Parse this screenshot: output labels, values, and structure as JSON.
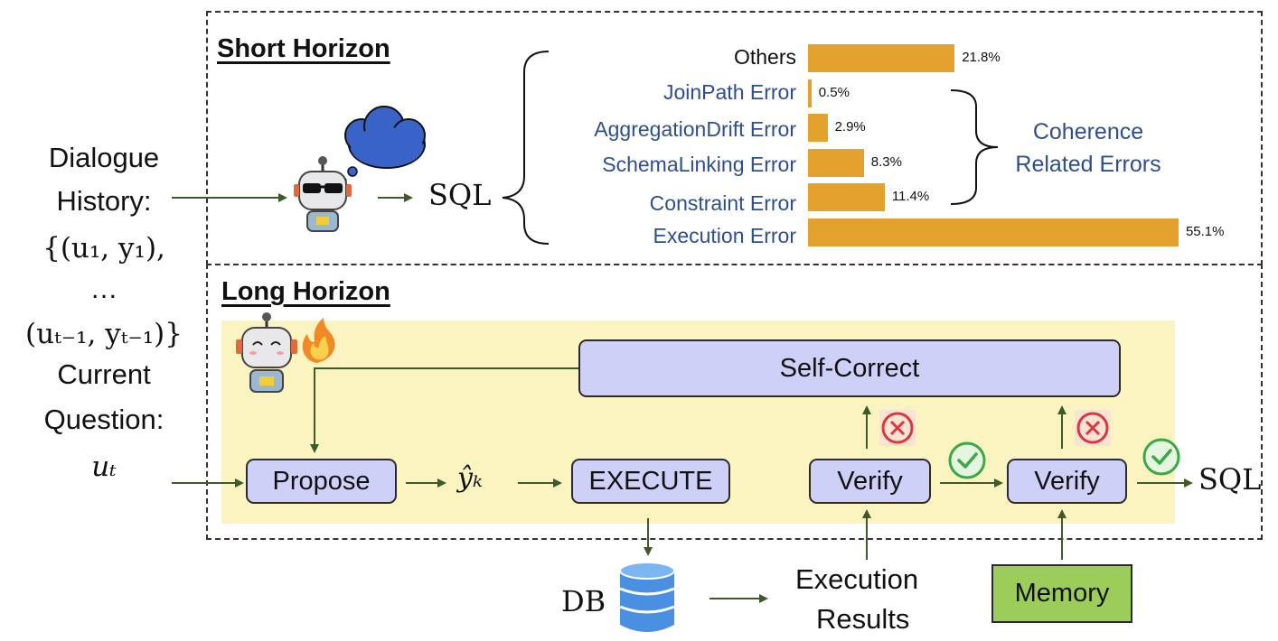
{
  "left": {
    "line1": "Dialogue",
    "line2": "History:",
    "line3": "{(u₁, y₁),",
    "line4": "…",
    "line5": "(uₜ₋₁, yₜ₋₁)}",
    "line6": "Current",
    "line7": "Question:",
    "line8": "uₜ"
  },
  "short_horizon": {
    "title": "Short Horizon",
    "output": "SQL",
    "errors": [
      {
        "label": "Others",
        "pct": "21.8%",
        "value": 21.8,
        "color": "#111111"
      },
      {
        "label": "JoinPath Error",
        "pct": "0.5%",
        "value": 0.5,
        "color": "#2e4f8f"
      },
      {
        "label": "AggregationDrift Error",
        "pct": "2.9%",
        "value": 2.9,
        "color": "#2e4f8f"
      },
      {
        "label": "SchemaLinking Error",
        "pct": "8.3%",
        "value": 8.3,
        "color": "#2e4f8f"
      },
      {
        "label": "Constraint Error",
        "pct": "11.4%",
        "value": 11.4,
        "color": "#2e4f8f"
      },
      {
        "label": "Execution Error",
        "pct": "55.1%",
        "value": 55.1,
        "color": "#2e4f8f"
      }
    ],
    "coherence_line1": "Coherence",
    "coherence_line2": "Related Errors"
  },
  "long_horizon": {
    "title": "Long Horizon",
    "self_correct": "Self-Correct",
    "propose": "Propose",
    "yk": "ŷₖ",
    "execute": "EXECUTE",
    "verify1": "Verify",
    "verify2": "Verify",
    "output": "SQL",
    "db": "DB",
    "exec_results_line1": "Execution",
    "exec_results_line2": "Results",
    "memory": "Memory"
  },
  "colors": {
    "bar": "#e2a22d",
    "node_fill": "#cfd0f7",
    "panel_fill": "#fbf3c0",
    "memory_fill": "#9ccd5b",
    "arrow": "#3d5a2a",
    "blue_text": "#2e4f8f",
    "check": "#3aa845",
    "cross": "#d9363e"
  }
}
